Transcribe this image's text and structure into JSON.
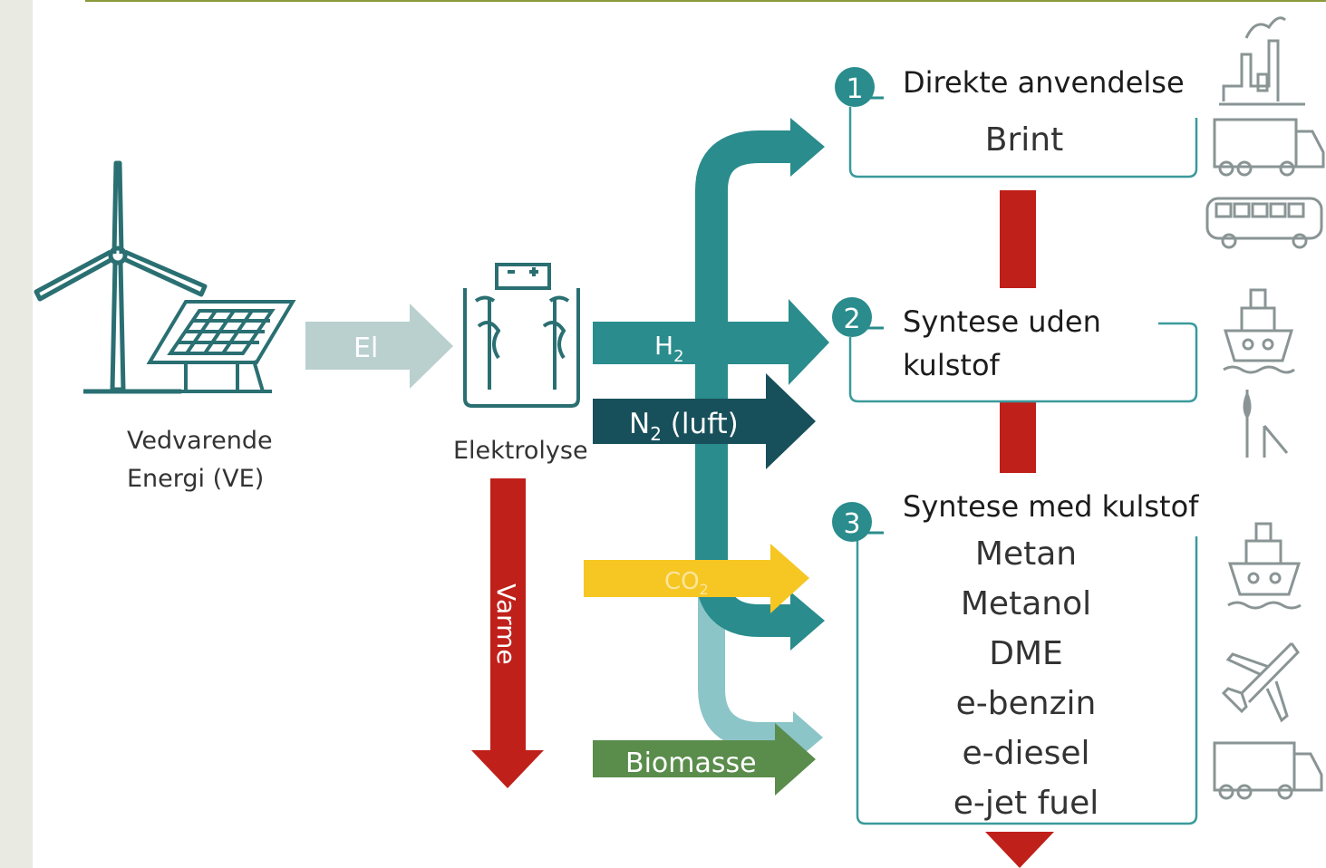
{
  "source": {
    "label_line1": "Vedvarende",
    "label_line2": "Energi (VE)"
  },
  "el_arrow": {
    "label": "El"
  },
  "electrolysis": {
    "label": "Elektrolyse"
  },
  "flows": {
    "h2": {
      "label": "H",
      "sub": "2"
    },
    "n2": {
      "label": "N",
      "sub": "2",
      "suffix": " (luft)"
    },
    "co2": {
      "label": "CO",
      "sub": "2"
    },
    "biomass": {
      "label": "Biomasse"
    },
    "heat": {
      "label": "Varme"
    }
  },
  "boxes": [
    {
      "number": "1",
      "title": "Direkte anvendelse",
      "items": [
        "Brint"
      ]
    },
    {
      "number": "2",
      "title_line1": "Syntese uden",
      "title_line2": "kulstof",
      "items": []
    },
    {
      "number": "3",
      "title": "Syntese med kulstof",
      "items": [
        "Metan",
        "Metanol",
        "DME",
        "e-benzin",
        "e-diesel",
        "e-jet fuel"
      ]
    }
  ],
  "colors": {
    "teal": "#2a8c8c",
    "dark_teal": "#17505a",
    "light_teal": "#8cc5c8",
    "el_grey": "#b9d0cf",
    "red": "#c0201a",
    "yellow": "#f6c623",
    "green": "#5a8c4c",
    "icon_grey": "#8a9494"
  },
  "icons": [
    "wind-turbine-icon",
    "solar-panel-icon",
    "electrolyzer-icon",
    "factory-icon",
    "truck-icon",
    "bus-icon",
    "ship-icon",
    "agriculture-icon",
    "airplane-icon"
  ]
}
